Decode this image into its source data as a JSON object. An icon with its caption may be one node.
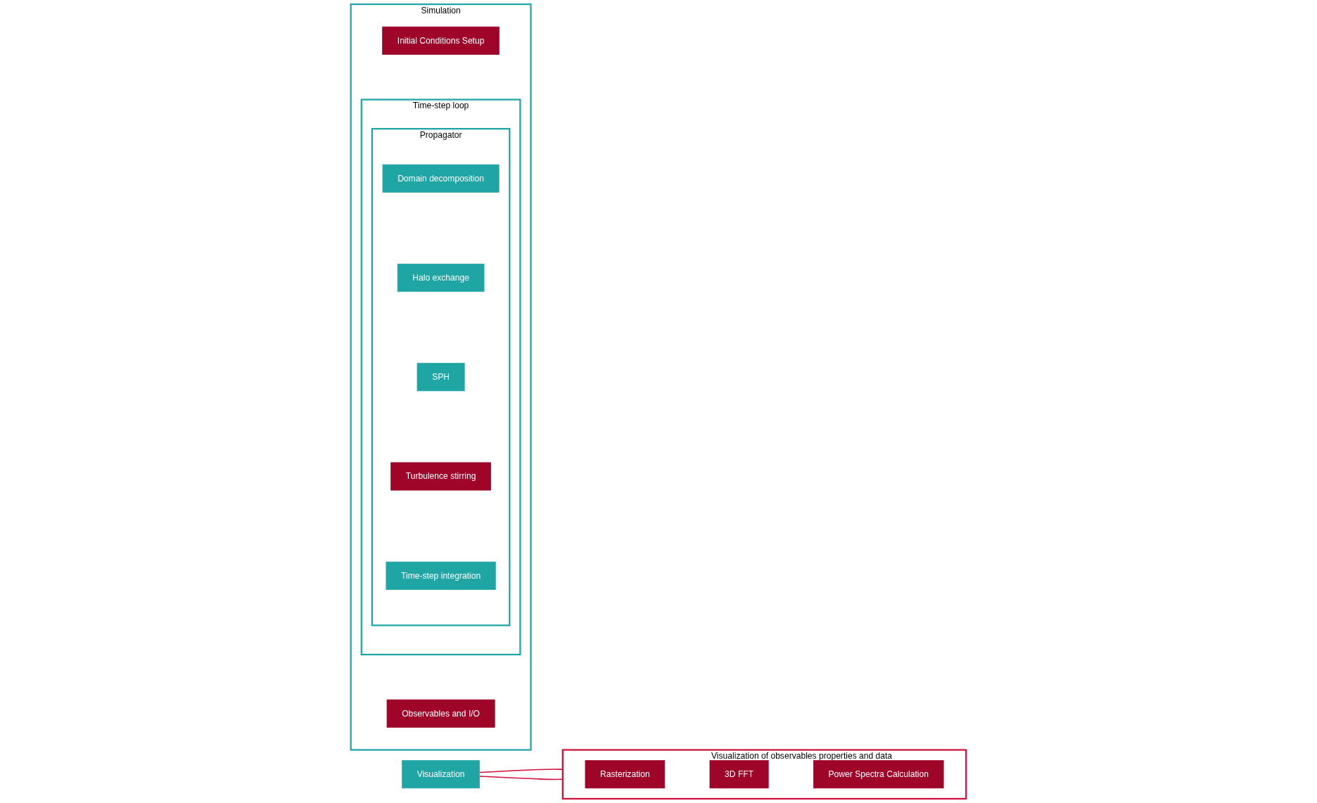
{
  "diagram": {
    "nodes": [
      {
        "text": [
          "Simulation"
        ]
      },
      {
        "text": [
          "Initial Conditions Setup"
        ],
        "in": 0
      },
      {
        "text": [
          "Time-step loop"
        ],
        "in": 0
      },
      {
        "text": [
          "Propagator"
        ],
        "in": 2
      },
      {
        "text": [
          "Domain decomposition"
        ],
        "in": 3
      },
      {
        "text": [
          "Halo exchange"
        ],
        "in": 3
      },
      {
        "text": [
          "SPH"
        ],
        "in": 3
      },
      {
        "text": [
          "Turbulence stirring"
        ],
        "in": 3
      },
      {
        "text": [
          "Time-step integration"
        ],
        "in": 3
      },
      {
        "text": [
          "Observables and I/O"
        ],
        "in": 0
      },
      {
        "text": [
          "Visualization"
        ]
      },
      {
        "text": [
          "Visualization of observables properties and data"
        ]
      },
      {
        "text": [
          "Rasterization"
        ],
        "in": 11
      },
      {
        "text": [
          "3D FFT"
        ],
        "in": 11
      },
      {
        "text": [
          "Power Spectra Calculation"
        ],
        "in": 11
      }
    ],
    "edges": [
      {
        "from": 10,
        "to": 11,
        "arrow": "none"
      },
      {
        "from": 10,
        "to": 11,
        "arrow": "none"
      }
    ]
  }
}
